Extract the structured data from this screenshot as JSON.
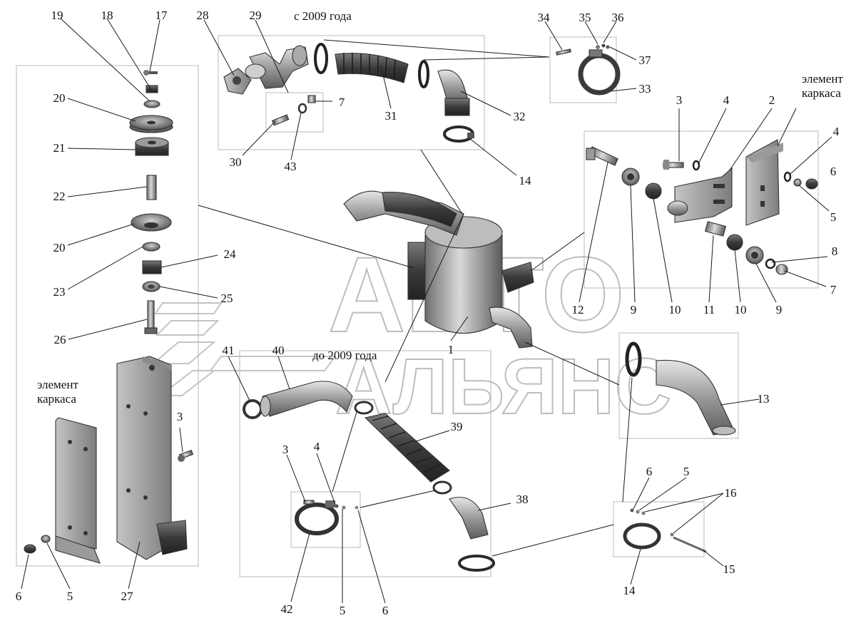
{
  "headings": {
    "since_2009": "с 2009 года",
    "before_2009": "до 2009 года",
    "frame_element_left_line1": "элемент",
    "frame_element_left_line2": "каркаса",
    "frame_element_right_line1": "элемент",
    "frame_element_right_line2": "каркаса"
  },
  "watermark": {
    "line1": "АВТО",
    "line2": "АЛЬЯНС"
  },
  "callouts": {
    "c1": "1",
    "c2": "2",
    "c3a": "3",
    "c3b": "3",
    "c3c": "3",
    "c4a": "4",
    "c4b": "4",
    "c4c": "4",
    "c5a": "5",
    "c5b": "5",
    "c5c": "5",
    "c5d": "5",
    "c6a": "6",
    "c6b": "6",
    "c6c": "6",
    "c6d": "6",
    "c7a": "7",
    "c7b": "7",
    "c8": "8",
    "c9a": "9",
    "c9b": "9",
    "c10a": "10",
    "c10b": "10",
    "c11": "11",
    "c12": "12",
    "c13": "13",
    "c14a": "14",
    "c14b": "14",
    "c15": "15",
    "c16": "16",
    "c17": "17",
    "c18": "18",
    "c19": "19",
    "c20a": "20",
    "c20b": "20",
    "c21": "21",
    "c22": "22",
    "c23": "23",
    "c24": "24",
    "c25": "25",
    "c26": "26",
    "c27": "27",
    "c28": "28",
    "c29": "29",
    "c30": "30",
    "c31": "31",
    "c32": "32",
    "c33": "33",
    "c34": "34",
    "c35": "35",
    "c36": "36",
    "c37": "37",
    "c38": "38",
    "c39": "39",
    "c40": "40",
    "c41": "41",
    "c42": "42",
    "c43": "43"
  }
}
